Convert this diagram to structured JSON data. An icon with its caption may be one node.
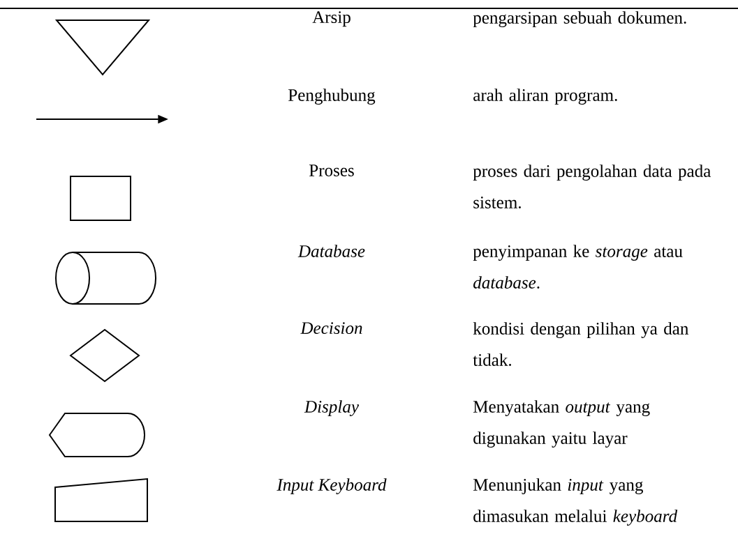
{
  "diagram": {
    "nodes": [
      {
        "text": [],
        "shape": "triangle"
      },
      {
        "text": [],
        "shape": "box"
      },
      {
        "text": [],
        "shape": "cylinder"
      },
      {
        "text": [],
        "shape": "diamond"
      },
      {
        "text": [],
        "shape": "display"
      },
      {
        "text": [],
        "shape": "trapezoid"
      }
    ],
    "labels": [
      "Arsip",
      "pengarsipan sebuah dokumen.",
      "Penghubung",
      "arah aliran program.",
      "Proses",
      "proses dari pengolahan data pada sistem.",
      "Database",
      "penyimpanan ke *storage* atau *database*.",
      "Decision",
      "kondisi dengan pilihan ya dan tidak.",
      "Display",
      "Menyatakan *output* yang digunakan yaitu layar",
      "Input Keyboard",
      "Menunjukan *input* yang dimasukan melalui *keyboard*"
    ]
  }
}
